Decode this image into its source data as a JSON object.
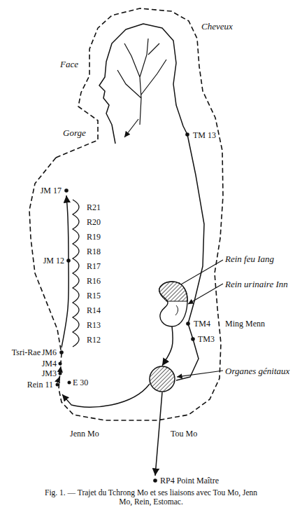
{
  "diagram": {
    "caption": "Fig. 1. — Trajet du Tchrong Mo et ses liaisons avec Tou Mo, Jenn Mo, Rein, Estomac.",
    "nodes": [
      {
        "text": [
          "JM 17"
        ]
      },
      {
        "text": [
          "JM6"
        ]
      },
      {
        "text": [
          "Rein feu Iang"
        ]
      },
      {
        "text": [
          "Organes génitaux"
        ]
      },
      {
        "text": [
          "RP4 Point Maître"
        ]
      }
    ],
    "edges": [
      {
        "from": 1,
        "to": 0,
        "arrow": "to"
      },
      {
        "from": 2,
        "to": 3,
        "arrow": "to"
      },
      {
        "from": 3,
        "to": 4,
        "arrow": "to"
      }
    ],
    "labels": [
      "Face",
      "Cheveux",
      "Gorge",
      "TM 13",
      "R21",
      "R20",
      "R19",
      "R18",
      "R17",
      "R16",
      "R15",
      "R14",
      "R13",
      "R12",
      "JM 12",
      "Rein urinaire Inn",
      "TM4",
      "Ming Menn",
      "TM3",
      "Tsri-Rae",
      "JM4",
      "JM3",
      "E 30",
      "Rein 11",
      "Jenn Mo",
      "Tou Mo"
    ]
  }
}
